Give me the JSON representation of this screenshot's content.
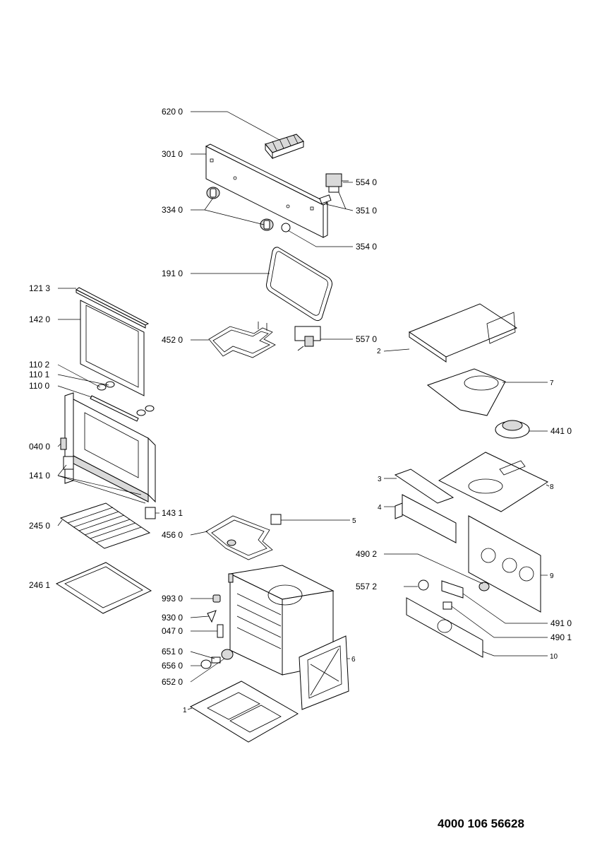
{
  "document_number": "4000 106 56628",
  "callouts": {
    "c6200": "620 0",
    "c3010": "301 0",
    "c5540": "554 0",
    "c3340": "334 0",
    "c3510": "351 0",
    "c3540": "354 0",
    "c1910": "191 0",
    "c1213": "121 3",
    "c1420": "142 0",
    "c4520": "452 0",
    "c5570": "557 0",
    "c2": "2",
    "c1102": "110 2",
    "c1101": "110 1",
    "c1100": "110 0",
    "c7": "7",
    "c4410": "441 0",
    "c0400": "040 0",
    "c1410": "141 0",
    "c3": "3",
    "c8": "8",
    "c4": "4",
    "c1431": "143 1",
    "c2450": "245 0",
    "c4560": "456 0",
    "c5": "5",
    "c4902": "490 2",
    "c9": "9",
    "c2461": "246 1",
    "c5572": "557 2",
    "c9930": "993 0",
    "c9300": "930 0",
    "c4910": "491 0",
    "c0470": "047 0",
    "c4901": "490 1",
    "c6510": "651 0",
    "c6": "6",
    "c10": "10",
    "c6560": "656 0",
    "c6520": "652 0",
    "c1": "1"
  }
}
